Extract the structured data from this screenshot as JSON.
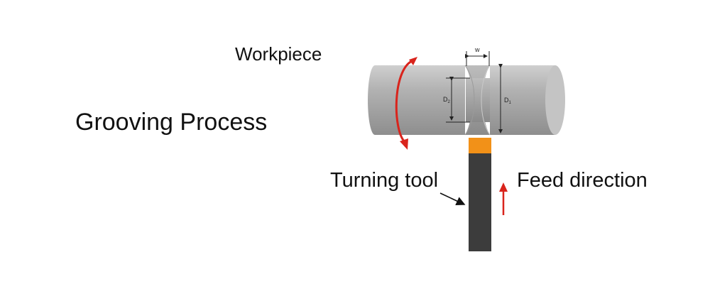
{
  "diagram": {
    "title": "Grooving Process",
    "workpiece_label": "Workpiece",
    "tool_label": "Turning tool",
    "feed_label": "Feed direction",
    "dimensions": {
      "groove_width": "w",
      "groove_diameter_main": "D",
      "groove_diameter_sub": "2",
      "outer_diameter_main": "D",
      "outer_diameter_sub": "1"
    }
  },
  "colors": {
    "workpiece": "#a9a9a9",
    "tool_body": "#3c3c3c",
    "tool_insert": "#f29118",
    "rotation_arrow": "#d9241c",
    "feed_arrow": "#d9241c"
  }
}
